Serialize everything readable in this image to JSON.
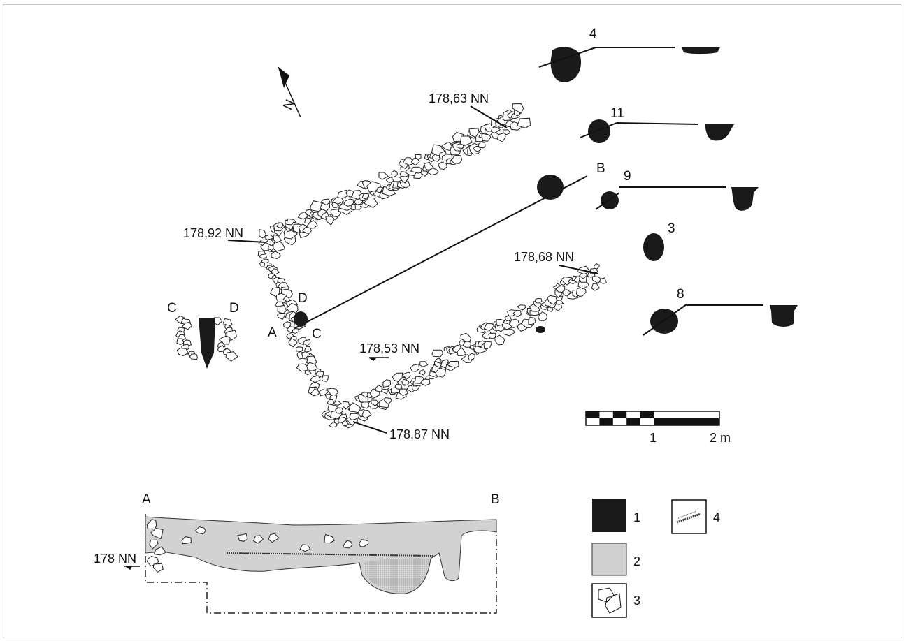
{
  "north_label": "N",
  "elevations": {
    "e1": "178,63 NN",
    "e2": "178,92 NN",
    "e3": "178,68 NN",
    "e4": "178,53 NN",
    "e5": "178,87 NN",
    "section": "178 NN"
  },
  "section_points": {
    "a": "A",
    "b": "B",
    "c": "C",
    "d": "D"
  },
  "features": {
    "f4": "4",
    "f11": "11",
    "f9": "9",
    "f3": "3",
    "f8": "8"
  },
  "scale": {
    "one": "1",
    "two": "2 m"
  },
  "legend": {
    "items": [
      {
        "key": "1",
        "meaning": ""
      },
      {
        "key": "2",
        "meaning": ""
      },
      {
        "key": "3",
        "meaning": ""
      },
      {
        "key": "4",
        "meaning": ""
      }
    ]
  }
}
